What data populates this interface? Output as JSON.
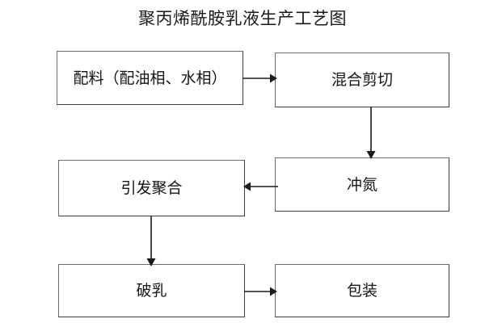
{
  "diagram": {
    "title": "聚丙烯酰胺乳液生产工艺图",
    "background_color": "#ffffff",
    "line_color": "#1c1c1c",
    "box_border_color": "#3c3c3c",
    "text_color": "#141414",
    "nodes": [
      {
        "id": "batching",
        "label": "配料（配油相、水相）"
      },
      {
        "id": "mixing",
        "label": "混合剪切"
      },
      {
        "id": "nitrogen",
        "label": "冲氮"
      },
      {
        "id": "polymerize",
        "label": "引发聚合"
      },
      {
        "id": "demulsify",
        "label": "破乳"
      },
      {
        "id": "packaging",
        "label": "包装"
      }
    ],
    "connectors": [
      {
        "id": "batching-to-mixing",
        "from": "batching",
        "to": "mixing",
        "direction": "right"
      },
      {
        "id": "mixing-to-nitrogen",
        "from": "mixing",
        "to": "nitrogen",
        "direction": "down"
      },
      {
        "id": "nitrogen-to-polymerize",
        "from": "nitrogen",
        "to": "polymerize",
        "direction": "left"
      },
      {
        "id": "polymerize-to-demulsify",
        "from": "polymerize",
        "to": "demulsify",
        "direction": "down"
      },
      {
        "id": "demulsify-to-packaging",
        "from": "demulsify",
        "to": "packaging",
        "direction": "right"
      }
    ]
  }
}
